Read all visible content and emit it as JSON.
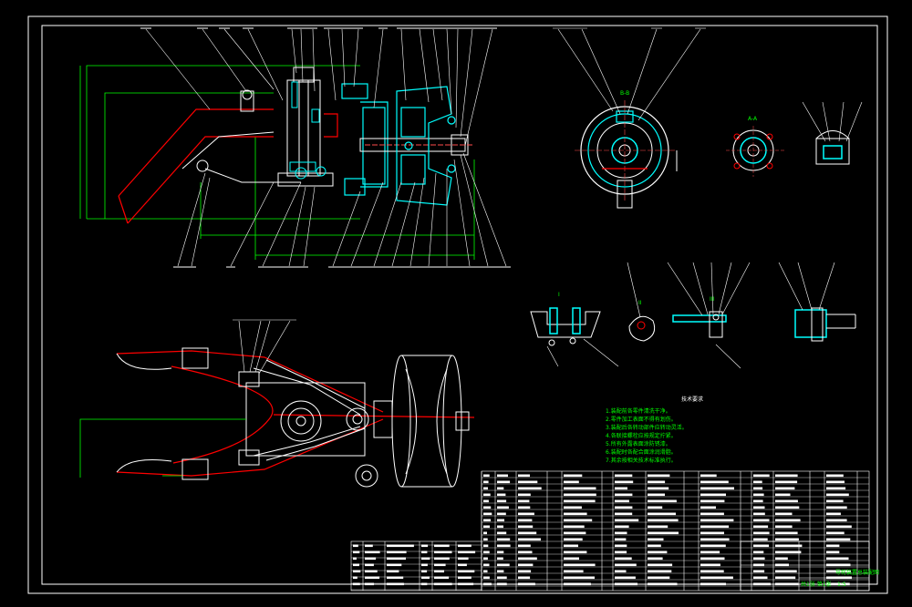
{
  "drawing": {
    "background": "#000000",
    "colors": {
      "frame": "#ffffff",
      "outline": "#ffffff",
      "dimension": "#00ff00",
      "section": "#00ffff",
      "linkage": "#ff0000",
      "centerline": "#ff4d4d",
      "leader": "#ffffff"
    },
    "section_labels": [
      "B-B",
      "A-A",
      "I",
      "II",
      "III"
    ],
    "notes_heading": "技术要求",
    "notes": [
      "1.装配前各零件清洗干净。",
      "2.零件加工表面不得有划伤。",
      "3.装配后各转动部件应转动灵活。",
      "4.各联接螺栓应按规定拧紧。",
      "5.所有外露表面涂防锈漆。",
      "6.装配时各配合面涂润滑脂。",
      "7.其余按相关技术标准执行。"
    ],
    "title_block": {
      "title": "导轮装置总装配图",
      "scale": "1:5",
      "sheet": "共1张 第1张"
    }
  }
}
